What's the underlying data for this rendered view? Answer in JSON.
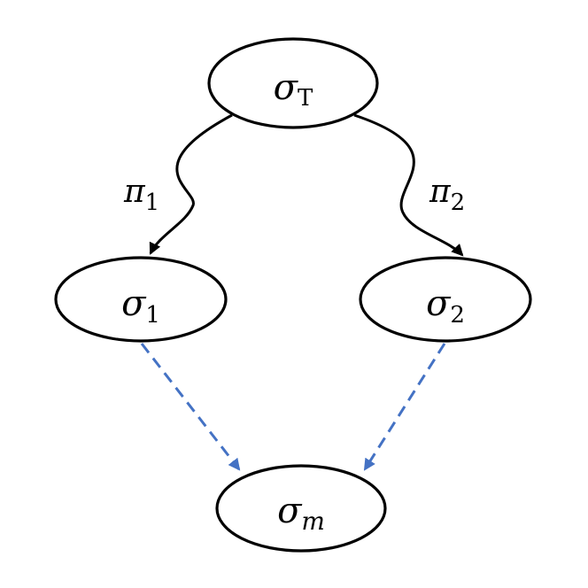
{
  "diagram": {
    "nodes": {
      "top": {
        "symbol": "σ",
        "subscript": "T"
      },
      "left": {
        "symbol": "σ",
        "subscript": "1"
      },
      "right": {
        "symbol": "σ",
        "subscript": "2"
      },
      "bottom": {
        "symbol": "σ",
        "subscript": "m"
      }
    },
    "edges": {
      "left": {
        "symbol": "π",
        "subscript": "1"
      },
      "right": {
        "symbol": "π",
        "subscript": "2"
      }
    }
  },
  "colors": {
    "solid_edge": "#000000",
    "dashed_edge": "#4472c4",
    "node_border": "#000000",
    "background": "#ffffff"
  }
}
